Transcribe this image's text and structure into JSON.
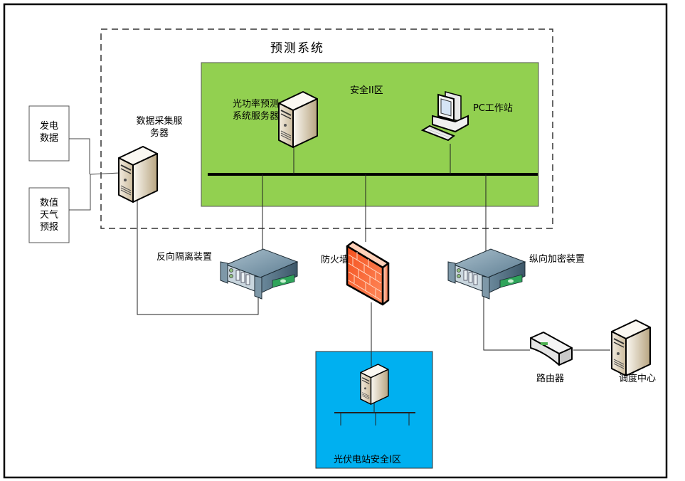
{
  "diagram": {
    "title": "Photovoltaic power prediction system network topology",
    "prediction_system": {
      "label": "预测系统"
    },
    "zone_ii": {
      "label": "安全II区",
      "fill": "#92d050"
    },
    "zone_i": {
      "label": "光伏电站安全I区",
      "fill": "#00b0f0"
    },
    "inputs": {
      "generation_data": {
        "line1": "发电",
        "line2": "数据"
      },
      "weather_forecast": {
        "line1": "数值",
        "line2": "天气",
        "line3": "预报"
      }
    },
    "nodes": {
      "data_collection_server": {
        "line1": "数据采集服",
        "line2": "务器"
      },
      "prediction_server": {
        "line1": "光功率预测",
        "line2": "系统服务器"
      },
      "pc_workstation": {
        "label": "PC工作站"
      },
      "reverse_isolation": {
        "label": "反向隔离装置"
      },
      "firewall": {
        "label": "防火墙"
      },
      "vertical_encryption": {
        "label": "纵向加密装置"
      },
      "router": {
        "label": "路由器"
      },
      "dispatch_center": {
        "label": "调度中心"
      }
    },
    "colors": {
      "firewall": "#f26b3a",
      "server": "#e8dcc4",
      "device": "#6f8fa3"
    }
  }
}
